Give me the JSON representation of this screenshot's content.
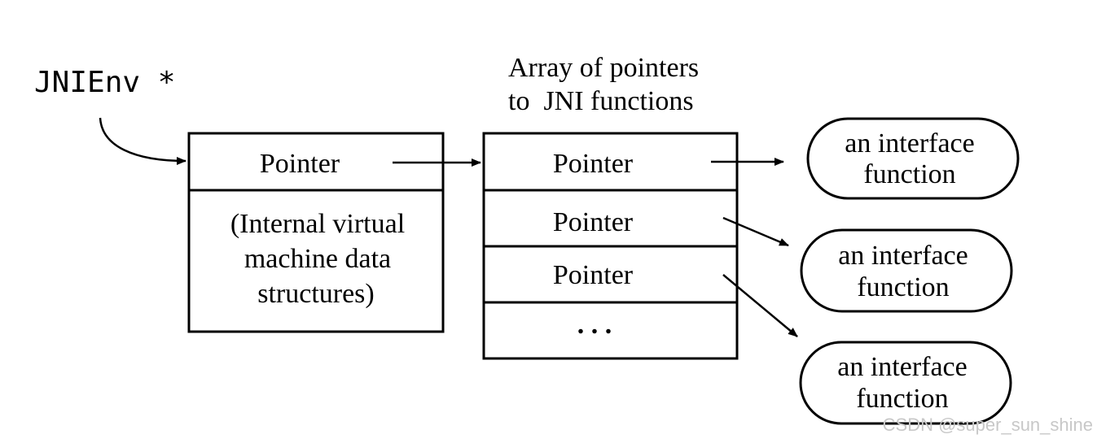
{
  "jnienv_label": "JNIEnv *",
  "env_box": {
    "pointer_label": "Pointer",
    "internal_lines": [
      "(Internal virtual",
      "machine data",
      "structures)"
    ]
  },
  "array": {
    "title_lines": [
      "Array of pointers",
      "to  JNI functions"
    ],
    "cells": [
      "Pointer",
      "Pointer",
      "Pointer"
    ],
    "ellipsis": ". . ."
  },
  "functions": [
    {
      "lines": [
        "an interface",
        "function"
      ]
    },
    {
      "lines": [
        "an interface",
        "function"
      ]
    },
    {
      "lines": [
        "an interface",
        "function"
      ]
    }
  ],
  "watermark": "CSDN @super_sun_shine",
  "colors": {
    "stroke": "#000000",
    "text": "#000000",
    "watermark": "#c8c8c8"
  }
}
